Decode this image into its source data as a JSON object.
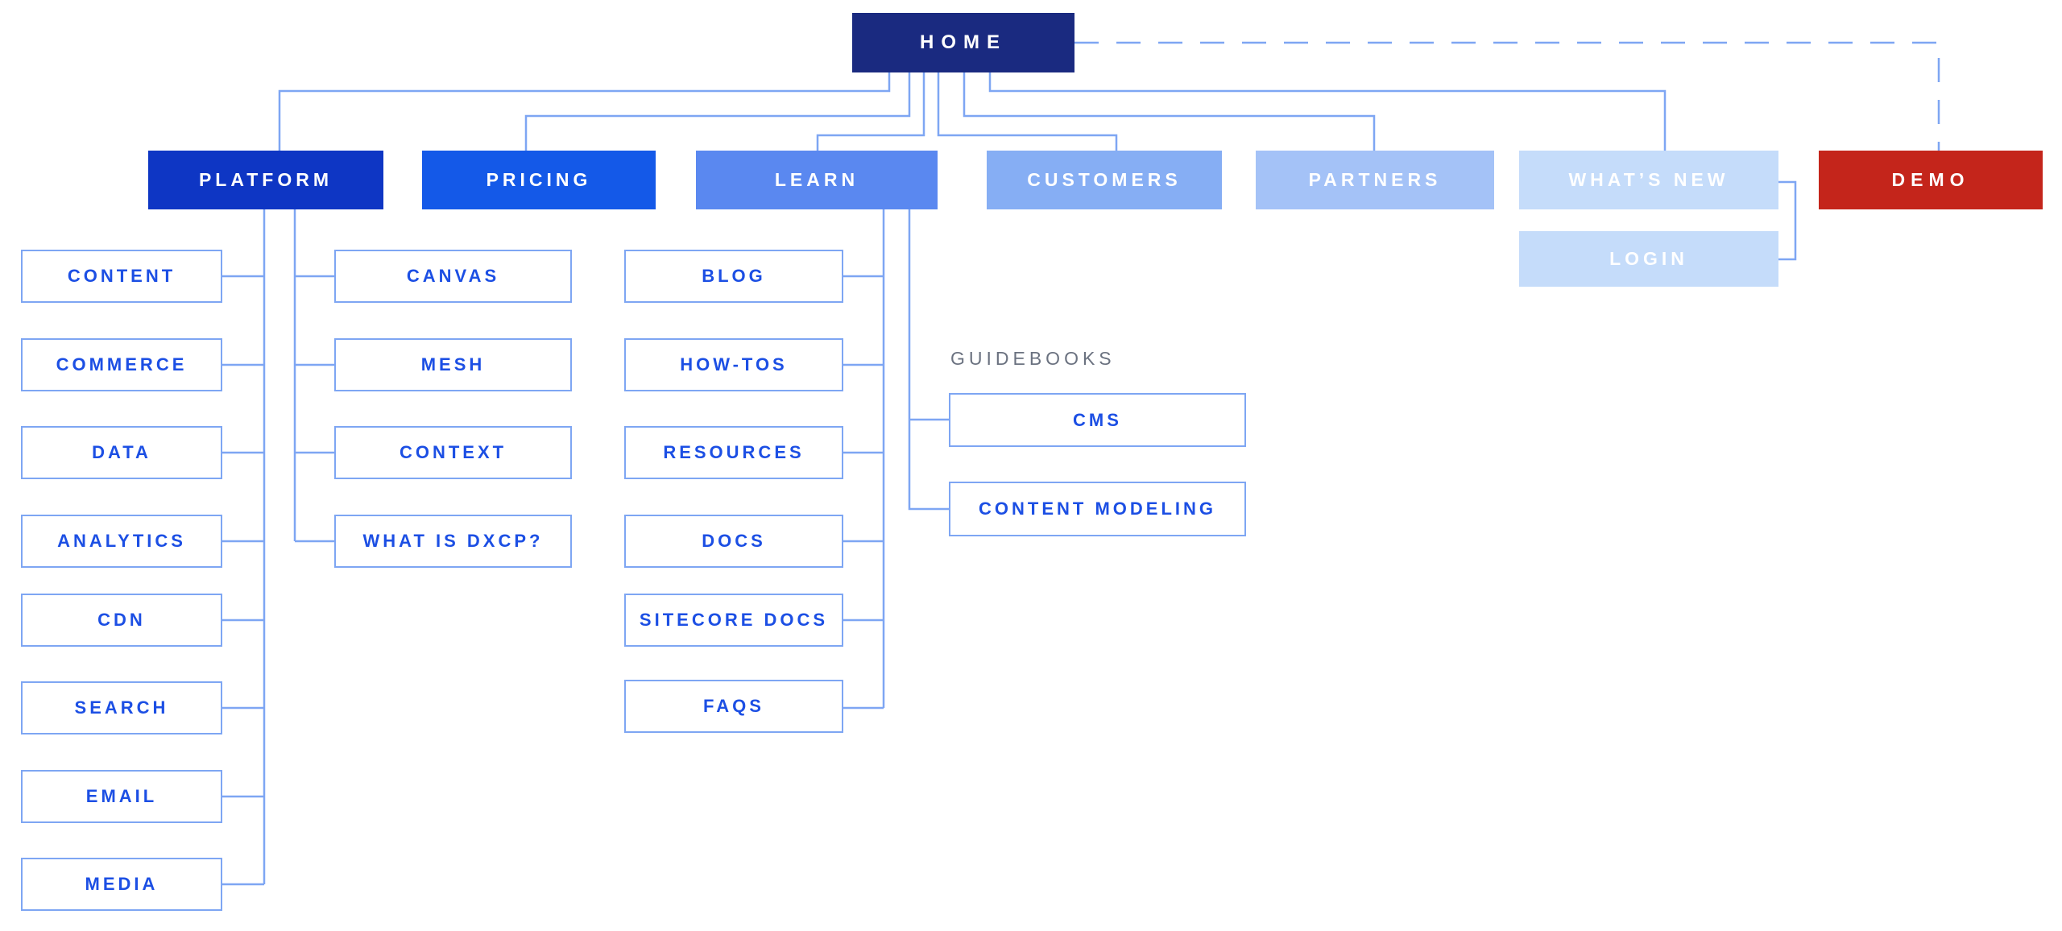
{
  "sitemap": {
    "title": "Website sitemap diagram",
    "home": {
      "label": "HOME"
    },
    "nav": [
      {
        "label": "PLATFORM"
      },
      {
        "label": "PRICING"
      },
      {
        "label": "LEARN"
      },
      {
        "label": "CUSTOMERS"
      },
      {
        "label": "PARTNERS"
      },
      {
        "label": "WHAT’S NEW"
      },
      {
        "label": "DEMO"
      }
    ],
    "login": {
      "label": "LOGIN"
    },
    "platform": {
      "modules": [
        {
          "label": "CONTENT"
        },
        {
          "label": "COMMERCE"
        },
        {
          "label": "DATA"
        },
        {
          "label": "ANALYTICS"
        },
        {
          "label": "CDN"
        },
        {
          "label": "SEARCH"
        },
        {
          "label": "EMAIL"
        },
        {
          "label": "MEDIA"
        }
      ],
      "products": [
        {
          "label": "CANVAS"
        },
        {
          "label": "MESH"
        },
        {
          "label": "CONTEXT"
        },
        {
          "label": "WHAT IS DXCP?"
        }
      ]
    },
    "learn": {
      "items": [
        {
          "label": "BLOG"
        },
        {
          "label": "HOW-TOS"
        },
        {
          "label": "RESOURCES"
        },
        {
          "label": "DOCS"
        },
        {
          "label": "SITECORE DOCS"
        },
        {
          "label": "FAQS"
        }
      ],
      "guidebooks": {
        "label": "GUIDEBOOKS",
        "items": [
          {
            "label": "CMS"
          },
          {
            "label": "CONTENT MODELING"
          }
        ]
      }
    },
    "colors": {
      "home": "#1a2a80",
      "platform": "#0e36c4",
      "pricing": "#1459e8",
      "learn": "#5a88f0",
      "customers": "#86aef4",
      "partners": "#a4c2f7",
      "whats_new": "#c5dcfa",
      "login": "#c5dcfa",
      "demo": "#c4251b",
      "connector": "#7ea6f3",
      "child_text": "#1c4fe4",
      "group_label_text": "#6b7280"
    }
  }
}
